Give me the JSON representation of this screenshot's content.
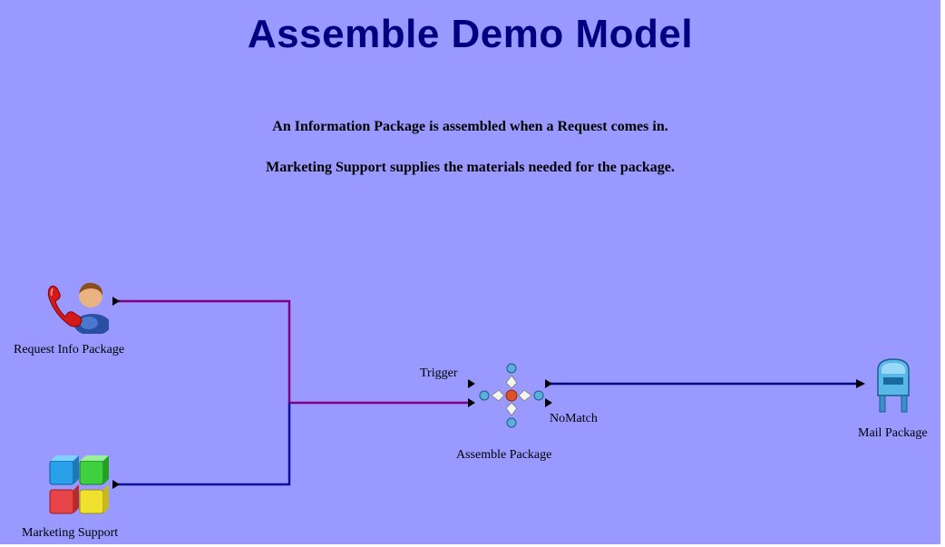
{
  "title": "Assemble Demo Model",
  "description": [
    "An Information Package is assembled when a Request comes in.",
    "Marketing Support supplies the materials needed for the package."
  ],
  "nodes": {
    "request": {
      "label": "Request Info Package",
      "icon": "phone-person-icon"
    },
    "marketing": {
      "label": "Marketing Support",
      "icon": "colored-cubes-icon"
    },
    "assemble": {
      "label": "Assemble Package",
      "icon": "assemble-activity-icon"
    },
    "mail": {
      "label": "Mail Package",
      "icon": "mailbox-icon"
    }
  },
  "ports": {
    "trigger": "Trigger",
    "nomatch": "NoMatch"
  },
  "colors": {
    "background": "#9999ff",
    "title": "#000080",
    "request_connector": "#800080",
    "material_connector": "#000080"
  }
}
